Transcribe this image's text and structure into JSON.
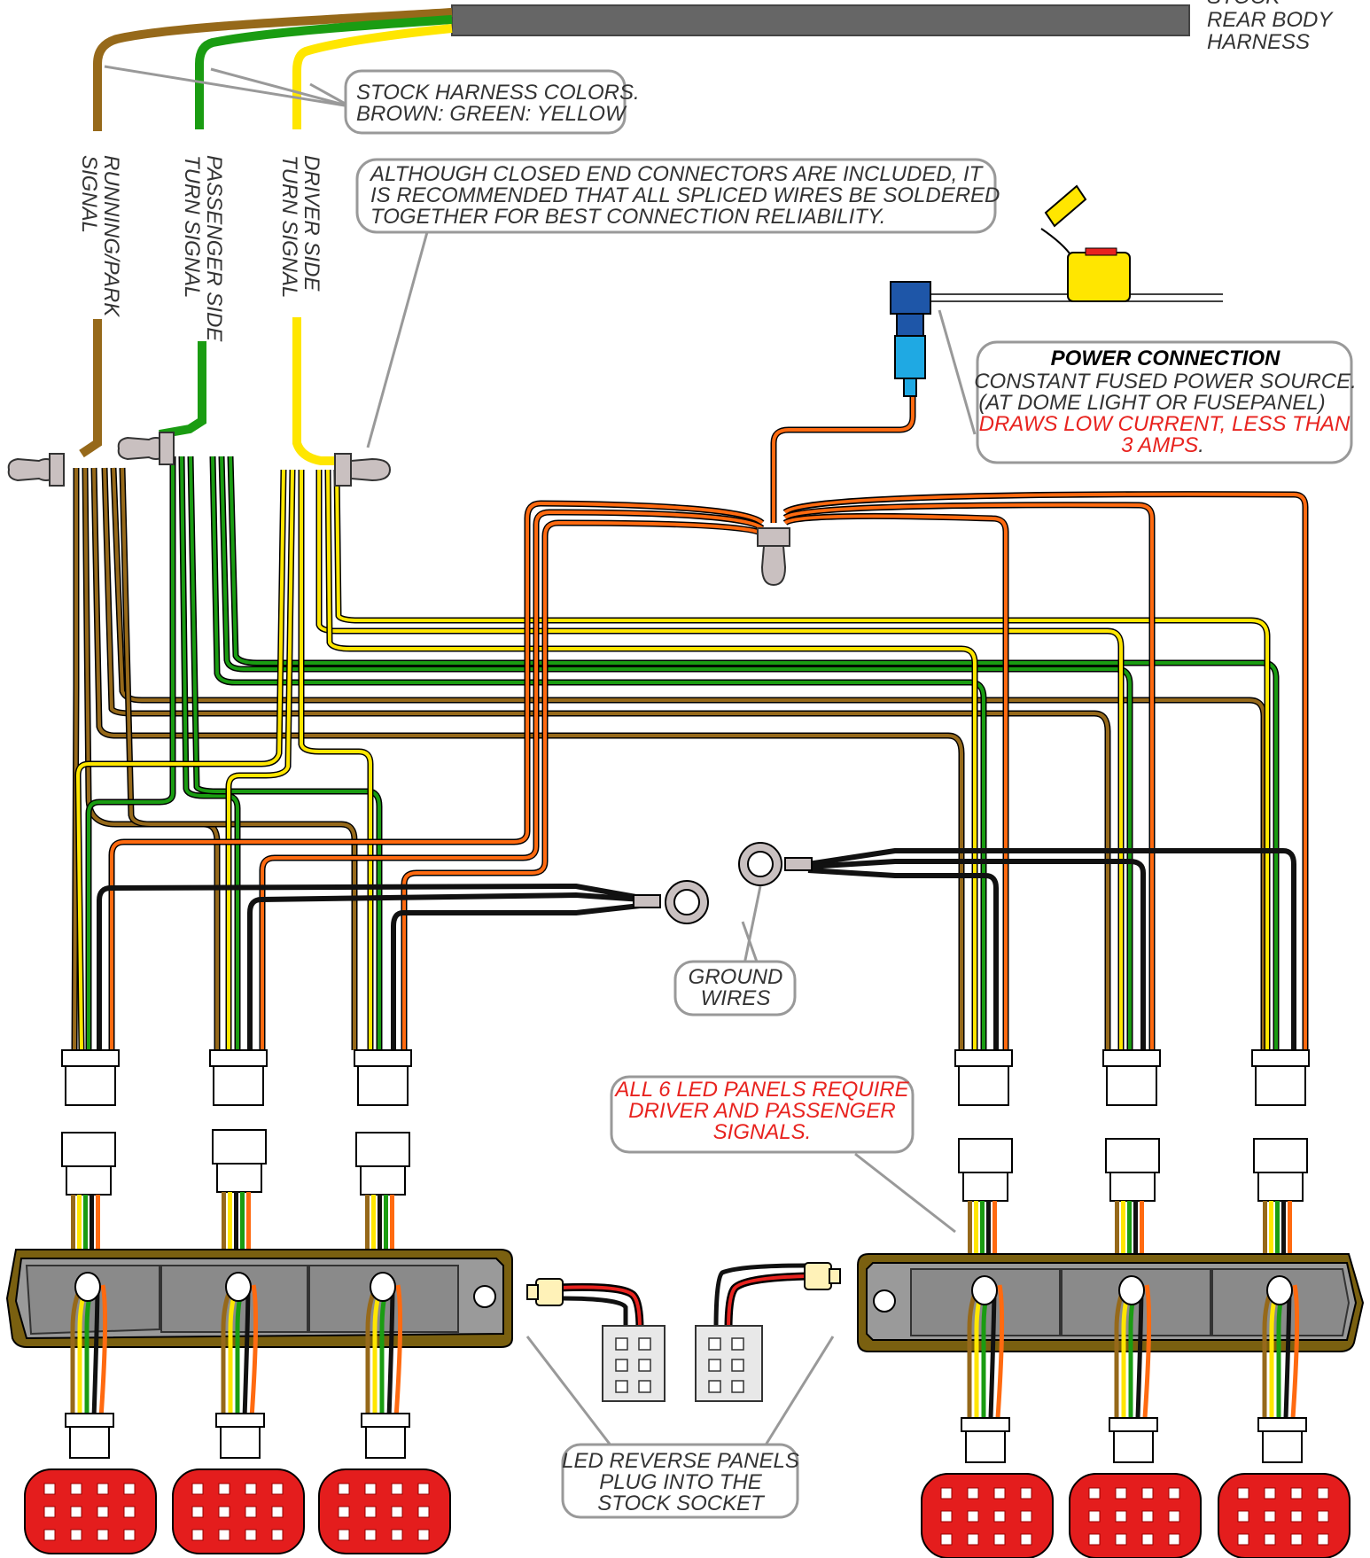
{
  "labels": {
    "stock_harness": [
      "STOCK",
      "REAR BODY",
      "HARNESS"
    ],
    "stock_colors": [
      "STOCK HARNESS COLORS.",
      "BROWN: GREEN: YELLOW"
    ],
    "solder_note": [
      "ALTHOUGH CLOSED END CONNECTORS ARE INCLUDED, IT",
      "IS RECOMMENDED THAT ALL SPLICED WIRES BE SOLDERED",
      "TOGETHER FOR BEST CONNECTION RELIABILITY."
    ],
    "running": [
      "RUNNING/PARK",
      "SIGNAL"
    ],
    "passenger": [
      "PASSENGER SIDE",
      "TURN SIGNAL"
    ],
    "driver": [
      "DRIVER SIDE",
      "TURN SIGNAL"
    ],
    "power_title": "POWER CONNECTION",
    "power_line1": "CONSTANT FUSED POWER SOURCE.",
    "power_line2": "(AT DOME LIGHT OR FUSEPANEL)",
    "power_warn1": "DRAWS LOW CURRENT, LESS THAN",
    "power_warn2": "3 AMPS",
    "power_warn_end": ".",
    "ground": [
      "GROUND",
      "WIRES"
    ],
    "led_panels": [
      "ALL 6 LED PANELS REQUIRE",
      "DRIVER AND PASSENGER",
      "SIGNALS."
    ],
    "reverse": [
      "LED REVERSE PANELS",
      "PLUG INTO THE",
      "STOCK SOCKET"
    ]
  },
  "colors": {
    "brown": "#96691a",
    "green": "#1a9c12",
    "yellow": "#ffe600",
    "orange": "#ff6a10",
    "black": "#111111",
    "red_text": "#e8231f",
    "harness_gray": "#666666",
    "bar_fill": "#8f8f8f",
    "bar_frame": "#6b5410",
    "led_red": "#e41d1d"
  }
}
